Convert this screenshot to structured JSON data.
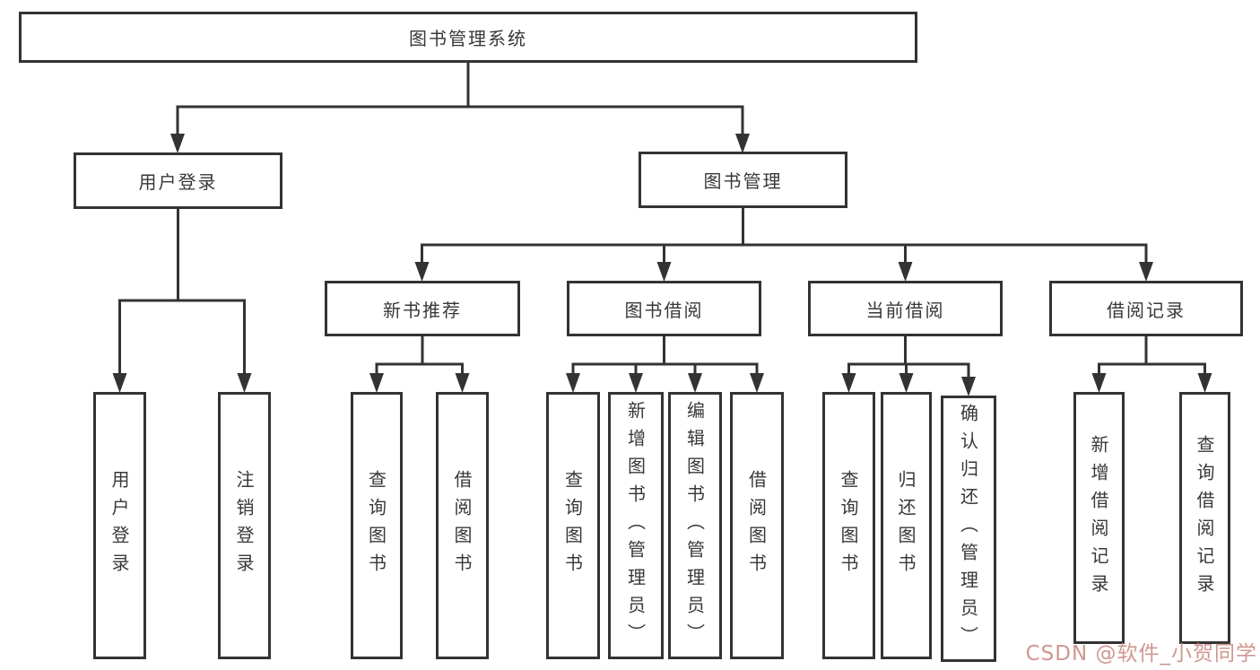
{
  "diagram": {
    "root": {
      "label": "图书管理系统"
    },
    "branches": [
      {
        "label": "用户登录",
        "children": [
          {
            "label": "用户登录"
          },
          {
            "label": "注销登录"
          }
        ]
      },
      {
        "label": "图书管理",
        "children": [
          {
            "label": "新书推荐",
            "children": [
              {
                "label": "查询图书"
              },
              {
                "label": "借阅图书"
              }
            ]
          },
          {
            "label": "图书借阅",
            "children": [
              {
                "label": "查询图书"
              },
              {
                "label": "新增图书（管理员）"
              },
              {
                "label": "编辑图书（管理员）"
              },
              {
                "label": "借阅图书"
              }
            ]
          },
          {
            "label": "当前借阅",
            "children": [
              {
                "label": "查询图书"
              },
              {
                "label": "归还图书"
              },
              {
                "label": "确认归还（管理员）"
              }
            ]
          },
          {
            "label": "借阅记录",
            "children": [
              {
                "label": "新增借阅记录"
              },
              {
                "label": "查询借阅记录"
              }
            ]
          }
        ]
      }
    ],
    "line_color": "#333333"
  },
  "watermark": {
    "text": "CSDN @软件_小贺同学",
    "color": "#cf9790"
  }
}
